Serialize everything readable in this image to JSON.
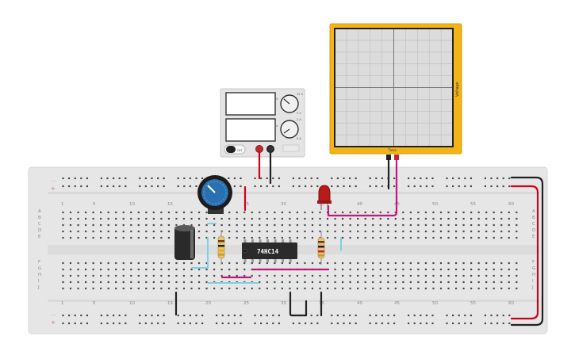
{
  "breadboard": {
    "column_numbers": [
      "1",
      "5",
      "10",
      "15",
      "20",
      "25",
      "30",
      "35",
      "40",
      "45",
      "50",
      "55",
      "60"
    ],
    "row_letters_top": [
      "A",
      "B",
      "C",
      "D",
      "E"
    ],
    "row_letters_bottom": [
      "F",
      "G",
      "H",
      "I",
      "J"
    ]
  },
  "chip": {
    "label": "74HC14"
  },
  "oscilloscope": {
    "y_axis_label": "Voltage",
    "x_axis_label": "Time"
  },
  "power_supply": {
    "knob1_labels": [
      "12 V",
      "5 V"
    ],
    "knob2_labels": [
      "2 A",
      "0 A"
    ],
    "button_label": "OFF"
  },
  "colors": {
    "breadboard": "#e6e6e6",
    "scope_frame": "#f2b418",
    "wire_red": "#d0021b",
    "wire_black": "#222222",
    "wire_pink": "#c2187f",
    "wire_cyan": "#7fd0e0",
    "led": "#b71c1c",
    "potentiometer": "#2a6fb0"
  }
}
